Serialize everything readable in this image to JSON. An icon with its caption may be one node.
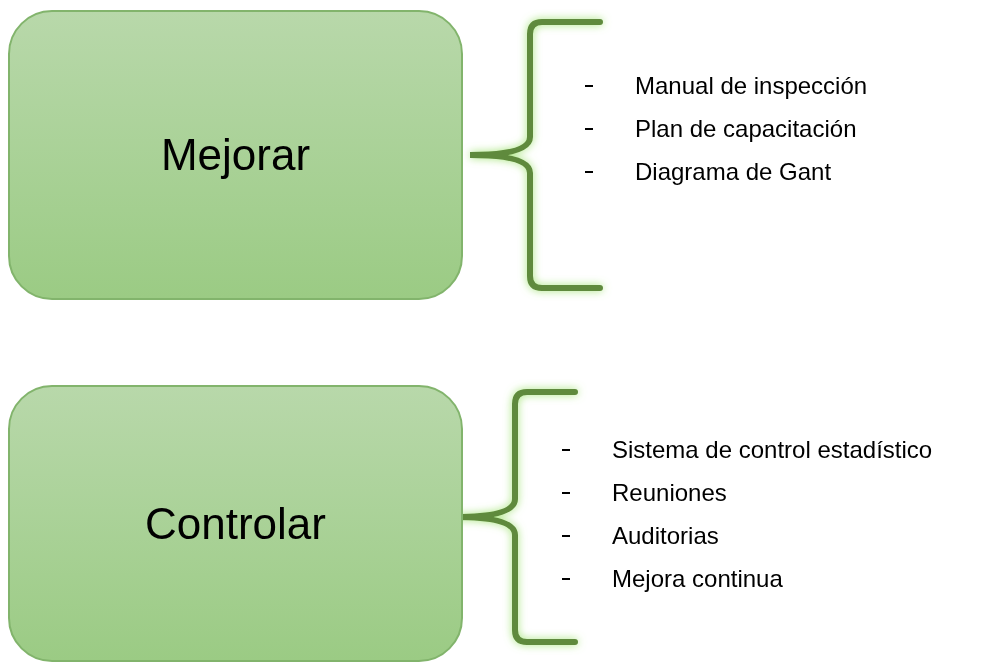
{
  "diagram": {
    "nodes": [
      {
        "text": [
          "Mejorar"
        ],
        "beside": [
          "Manual de inspección",
          "Plan de capacitación",
          "Diagrama de Gant"
        ]
      },
      {
        "text": [
          "Controlar"
        ],
        "beside": [
          "Sistema de control estadístico",
          "Reuniones",
          "Auditorias",
          "Mejora continua"
        ]
      }
    ]
  }
}
